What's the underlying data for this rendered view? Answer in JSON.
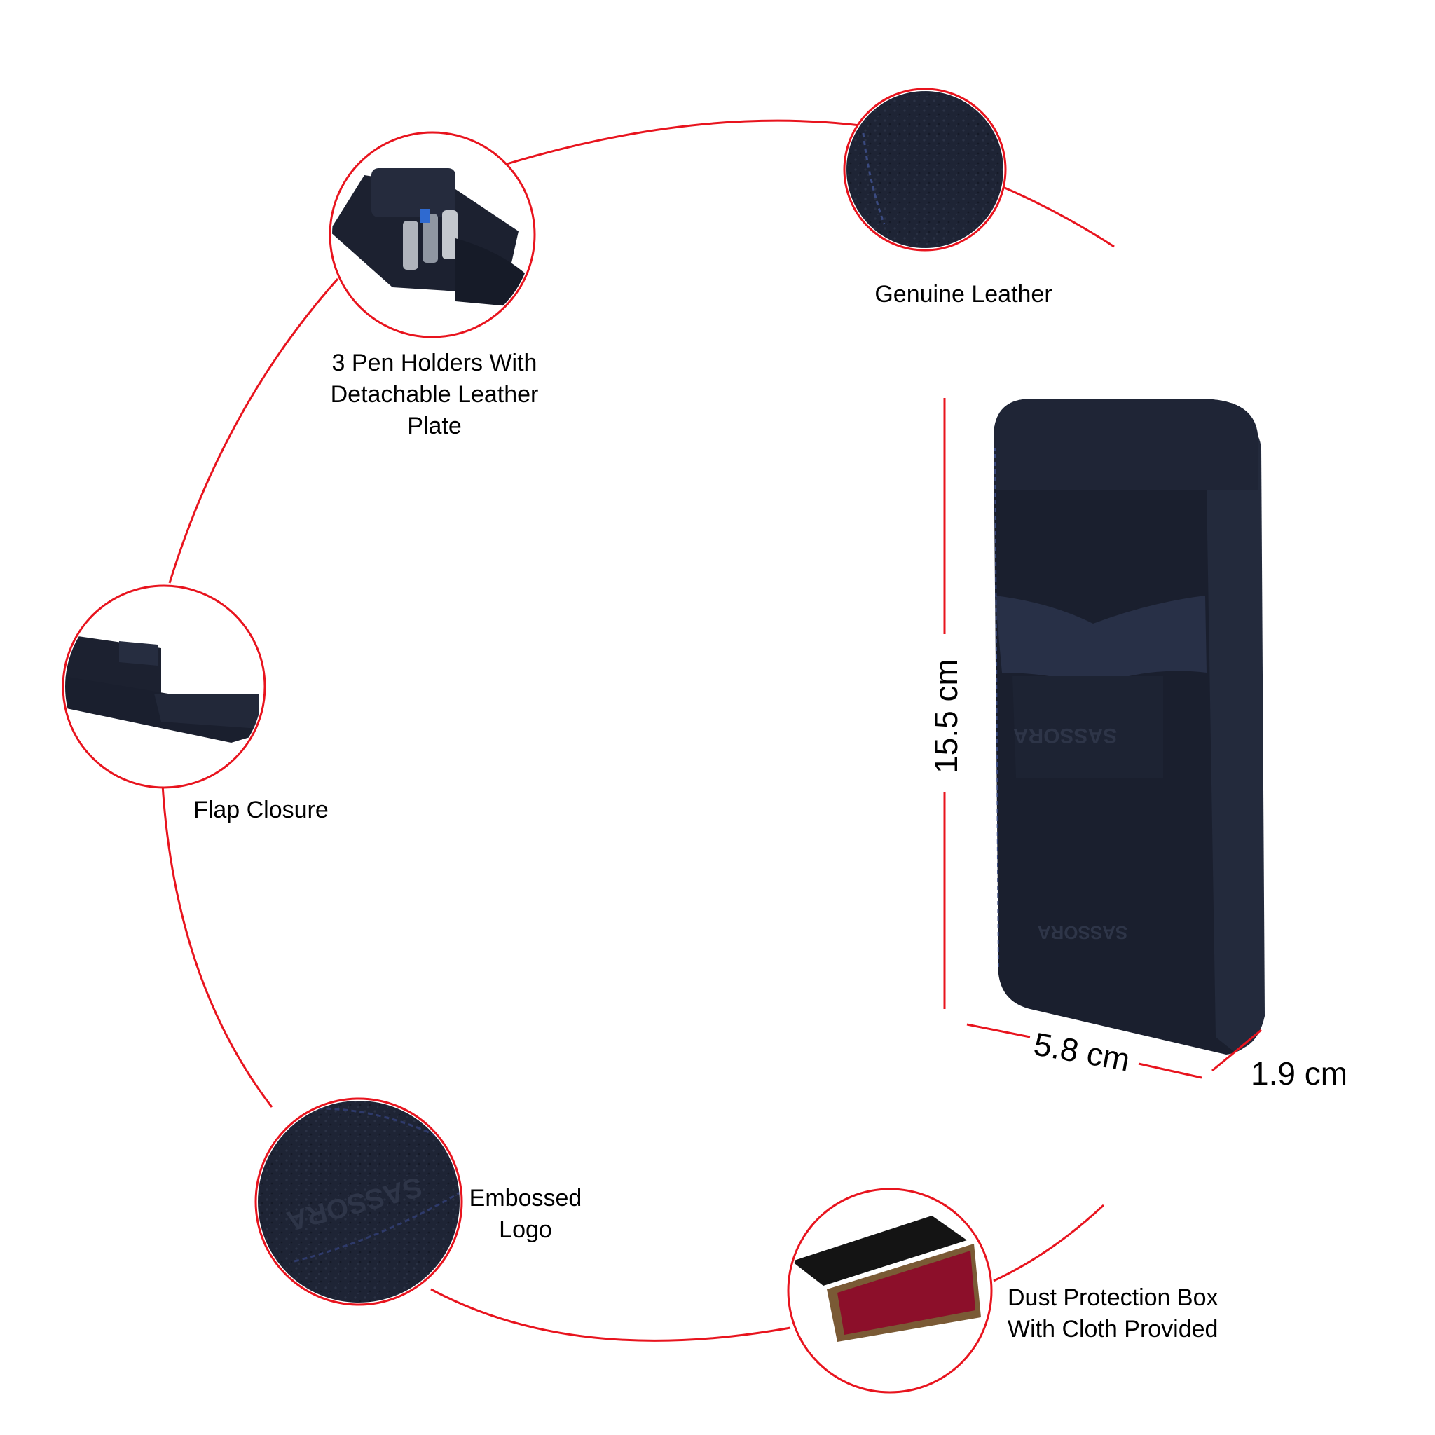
{
  "colors": {
    "accent_red": "#e8141e",
    "leather_navy": "#1c2130",
    "box_black": "#141414",
    "cloth_maroon": "#8c0f2a",
    "background": "#ffffff"
  },
  "brand": {
    "logo_text": "SASSORA"
  },
  "features": {
    "genuine_leather": {
      "label": "Genuine Leather",
      "icon": "leather-texture-icon"
    },
    "pen_holders": {
      "lines": [
        "3 Pen Holders With",
        "Detachable Leather",
        "Plate"
      ],
      "icon": "pen-holder-icon"
    },
    "flap_closure": {
      "label": "Flap Closure",
      "icon": "flap-closure-icon"
    },
    "embossed_logo": {
      "lines": [
        "Embossed",
        "Logo"
      ],
      "icon": "embossed-logo-icon"
    },
    "dust_box": {
      "lines": [
        "Dust Protection Box",
        "With Cloth Provided"
      ],
      "icon": "gift-box-icon"
    }
  },
  "dimensions": {
    "height": "15.5 cm",
    "width": "5.8 cm",
    "depth": "1.9 cm"
  }
}
